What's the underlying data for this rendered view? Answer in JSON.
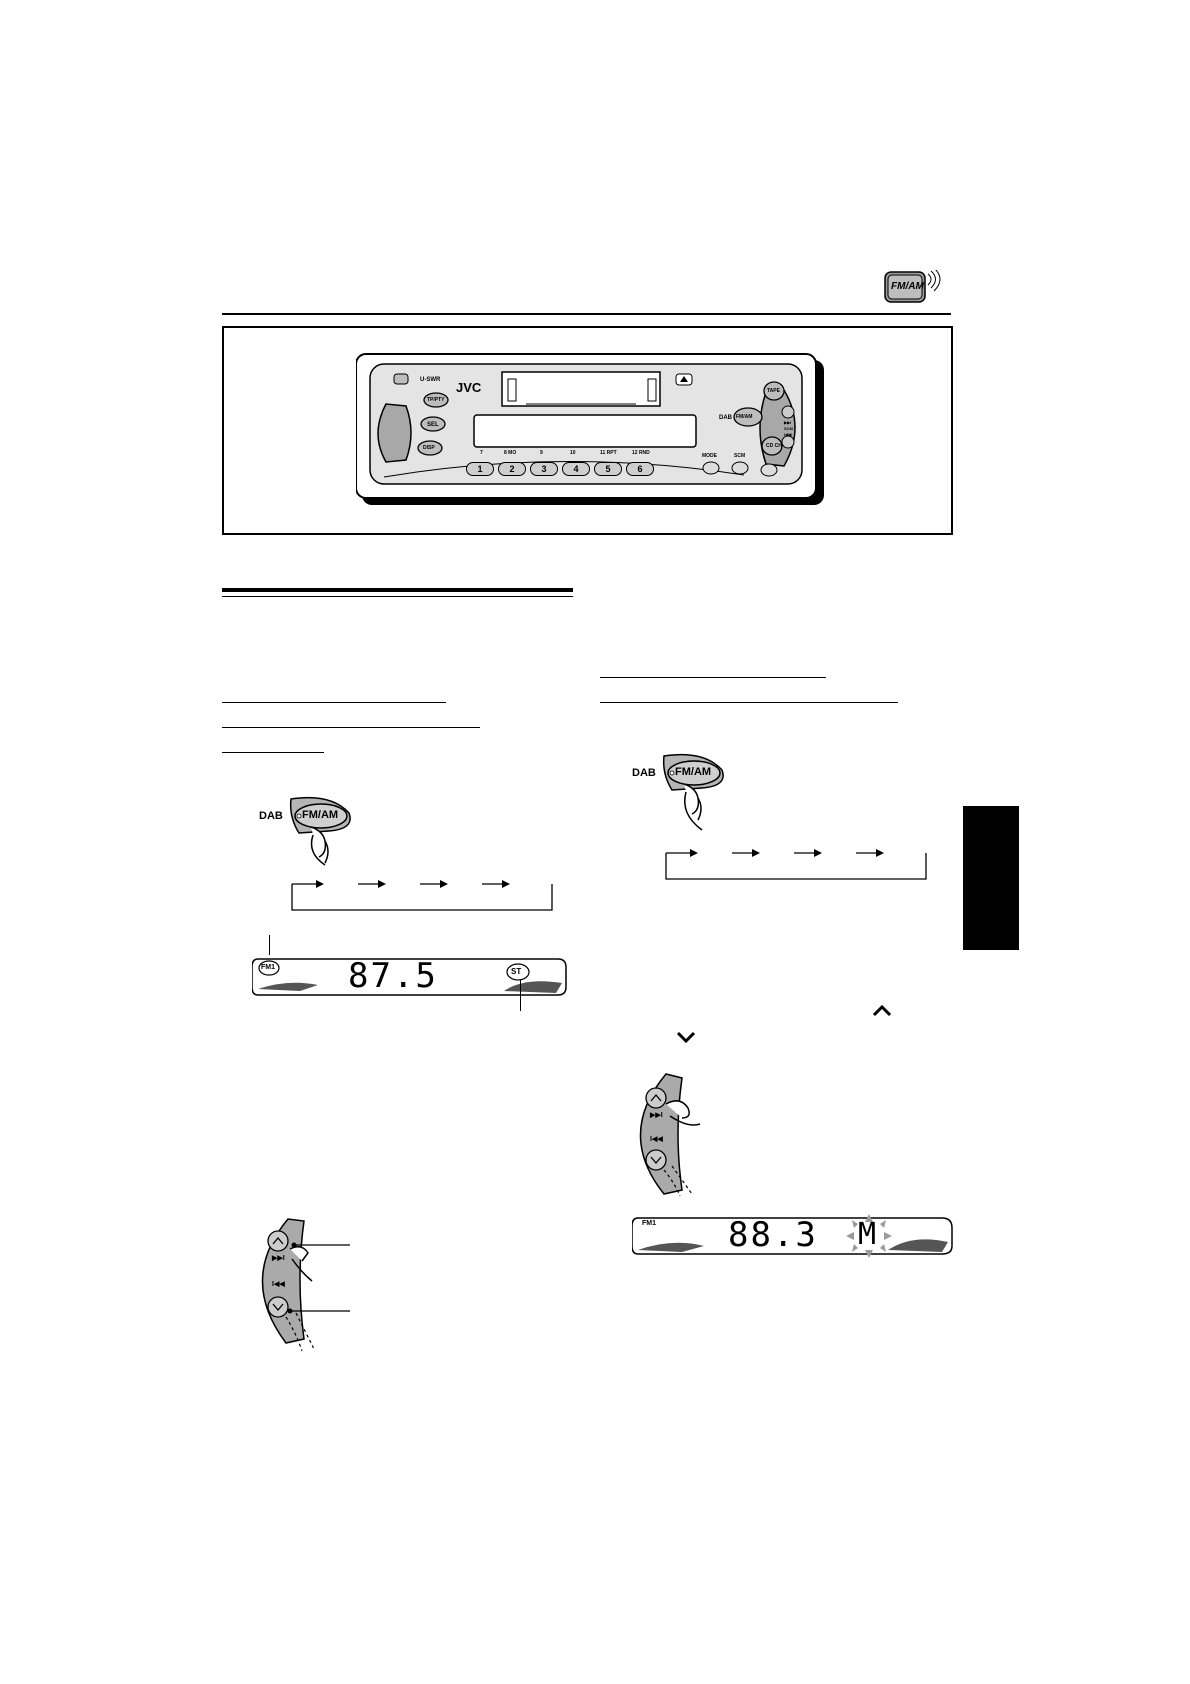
{
  "header": {
    "corner_icon_text": "FM/AM"
  },
  "radio_unit": {
    "brand": "JVC",
    "left_top_label": "U-SWR",
    "buttons": {
      "tp_pty": "TP/PTY",
      "sel": "SEL",
      "disp": "DISP",
      "tape": "TAPE",
      "dab": "DAB",
      "fm_am": "FM/AM",
      "cd_ch": "CD CH",
      "mode": "MODE",
      "scm": "SCM"
    },
    "preset_numbers": [
      "1",
      "2",
      "3",
      "4",
      "5",
      "6"
    ],
    "preset_alt_labels": [
      "7",
      "8 MO",
      "9",
      "10",
      "11 RPT",
      "12 RND"
    ],
    "right_side_labels": [
      "▶▶I",
      "SCM",
      "I◀◀"
    ]
  },
  "left_column": {
    "button_dab_label": "DAB",
    "button_fm_am_label": "FM/AM",
    "display": {
      "band": "FM1",
      "frequency": "87.5",
      "stereo": "ST"
    },
    "tuning_labels": [
      "▶▶I",
      "I◀◀"
    ]
  },
  "right_column": {
    "button_dab_label": "DAB",
    "button_fm_am_label": "FM/AM",
    "arrow_up_glyph": "⌃",
    "arrow_down_glyph": "⌄",
    "tuning_labels": [
      "▶▶I",
      "I◀◀"
    ],
    "display": {
      "band": "FM1",
      "frequency": "88.3",
      "mode_indicator": "M"
    }
  }
}
